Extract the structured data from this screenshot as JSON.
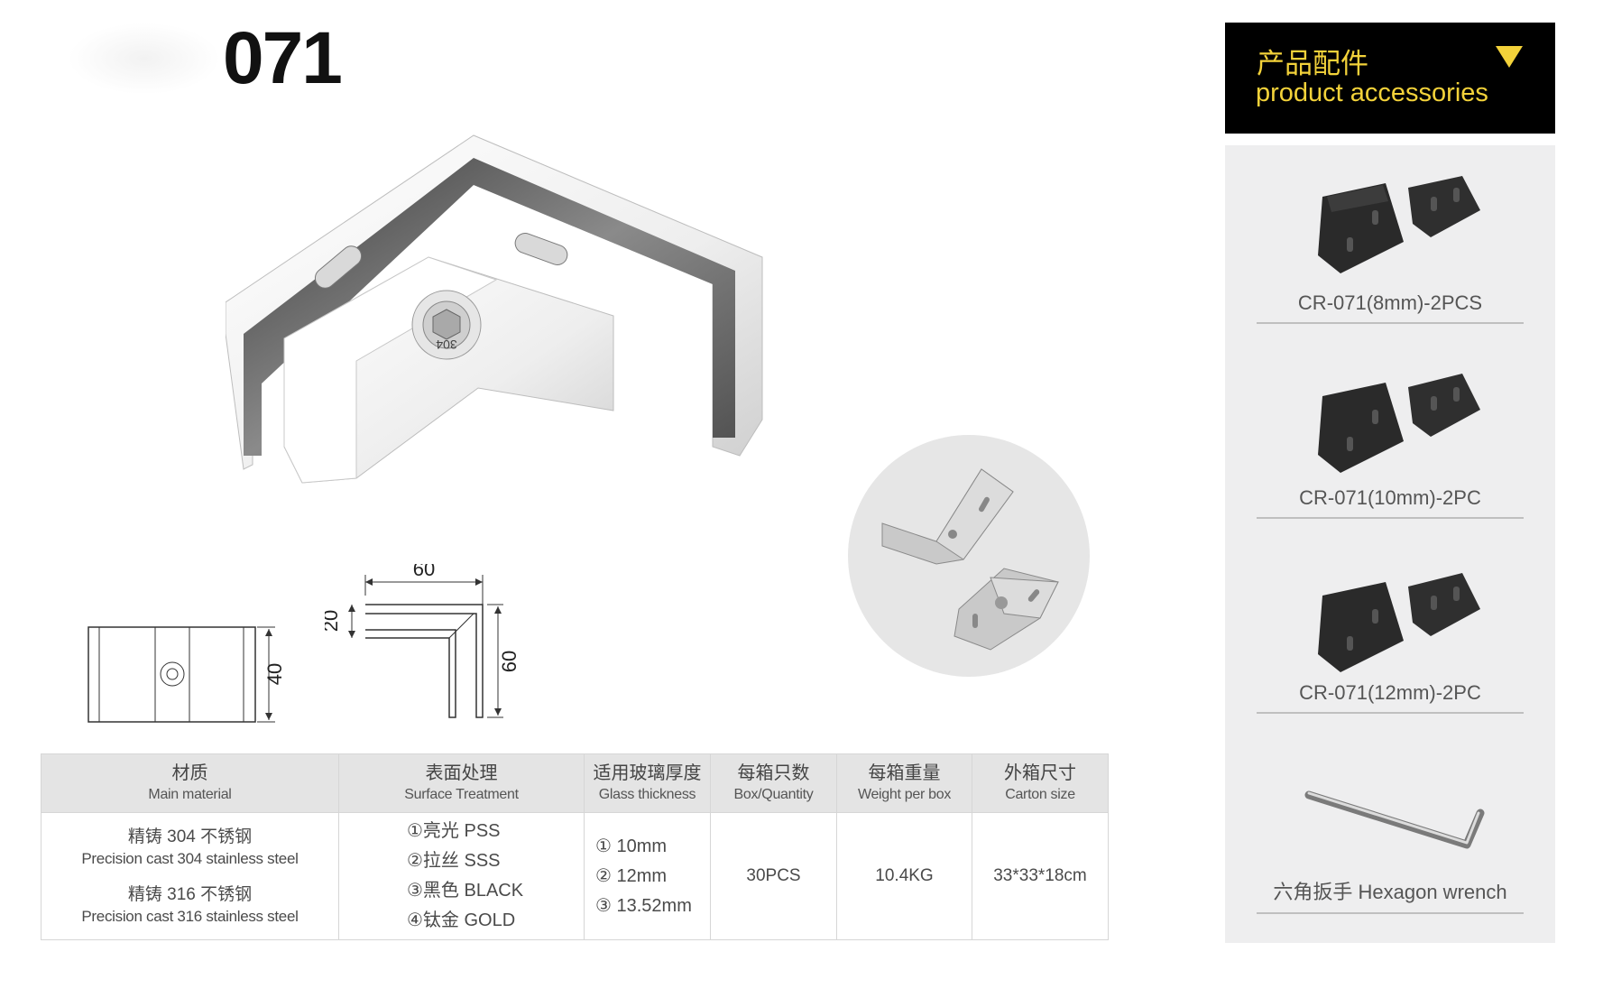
{
  "product": {
    "model_number": "071"
  },
  "dimensions": {
    "front_height": "40",
    "side_width": "60",
    "side_depth": "20",
    "side_height": "60",
    "screw_stamp": "304"
  },
  "accessories": {
    "title_cn": "产品配件",
    "title_en": "product accessories",
    "items": [
      {
        "label": "CR-071(8mm)-2PCS",
        "icon": "rubber-gasket-pair"
      },
      {
        "label": "CR-071(10mm)-2PC",
        "icon": "rubber-gasket-pair"
      },
      {
        "label": "CR-071(12mm)-2PC",
        "icon": "rubber-gasket-pair"
      },
      {
        "label": "六角扳手  Hexagon wrench",
        "icon": "hex-key"
      }
    ]
  },
  "spec_table": {
    "headers": [
      {
        "cn": "材质",
        "en": "Main material"
      },
      {
        "cn": "表面处理",
        "en": "Surface Treatment"
      },
      {
        "cn": "适用玻璃厚度",
        "en": "Glass thickness"
      },
      {
        "cn": "每箱只数",
        "en": "Box/Quantity"
      },
      {
        "cn": "每箱重量",
        "en": "Weight per box"
      },
      {
        "cn": "外箱尺寸",
        "en": "Carton size"
      }
    ],
    "material": {
      "cn1": "精铸 304 不锈钢",
      "en1": "Precision cast 304 stainless steel",
      "cn2": "精铸 316 不锈钢",
      "en2": "Precision cast 316 stainless steel"
    },
    "surface": [
      "①亮光 PSS",
      "②拉丝 SSS",
      "③黑色 BLACK",
      "④钛金 GOLD"
    ],
    "glass": [
      "① 10mm",
      "② 12mm",
      "③ 13.52mm"
    ],
    "box_quantity": "30PCS",
    "weight": "10.4KG",
    "carton": "33*33*18cm"
  }
}
